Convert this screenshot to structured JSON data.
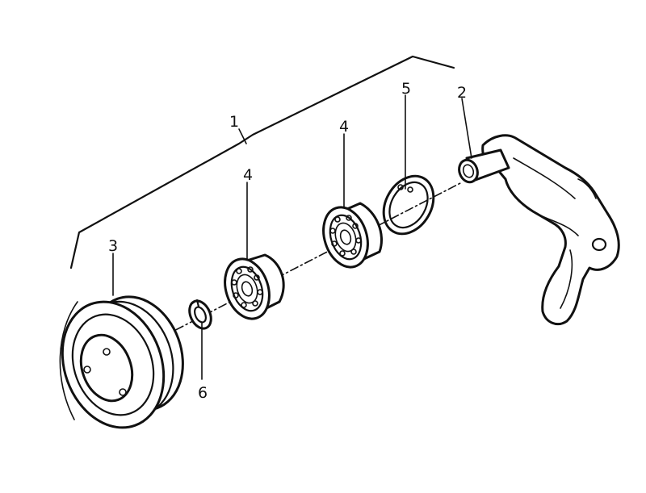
{
  "callouts": [
    {
      "id": "assembly",
      "label": "1"
    },
    {
      "id": "bracket",
      "label": "2"
    },
    {
      "id": "pulley",
      "label": "3"
    },
    {
      "id": "bearing-left",
      "label": "4"
    },
    {
      "id": "bearing-right",
      "label": "4"
    },
    {
      "id": "circlip",
      "label": "5"
    },
    {
      "id": "lock-washer",
      "label": "6"
    }
  ],
  "colors": {
    "ink": "#111111",
    "paper": "#ffffff"
  }
}
